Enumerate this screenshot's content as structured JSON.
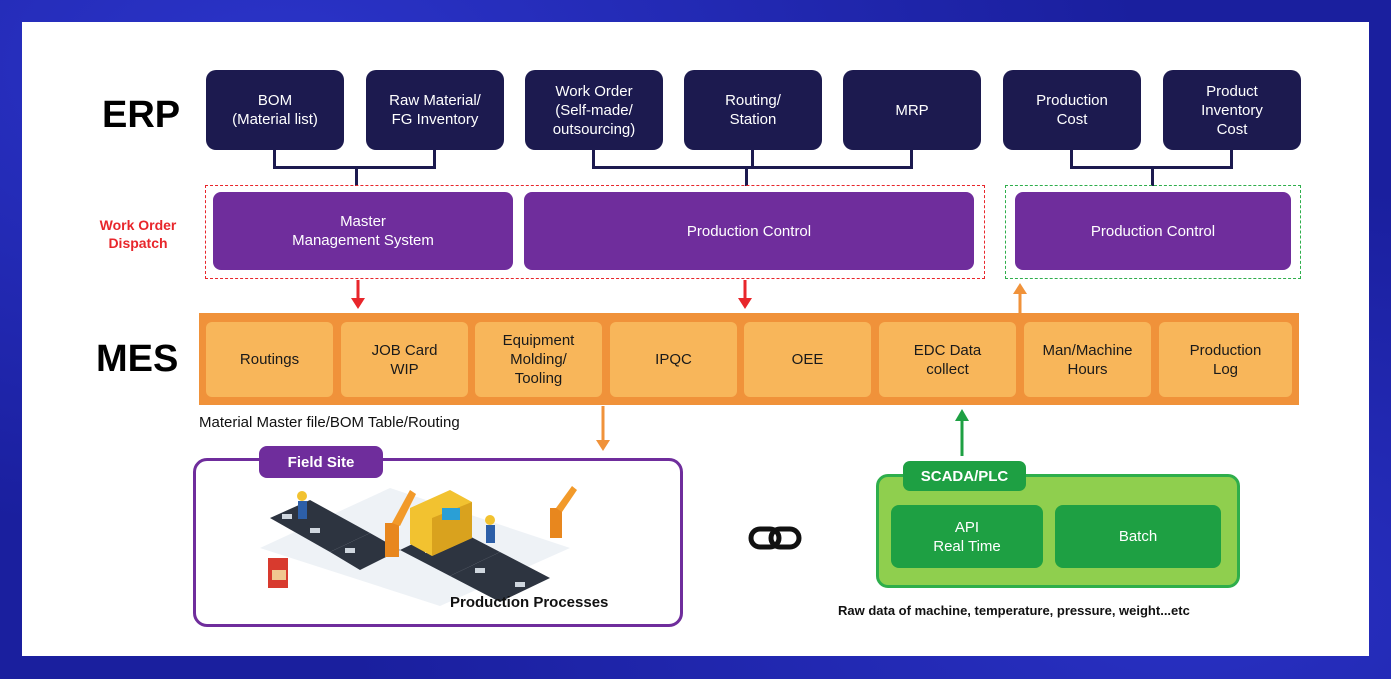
{
  "labels": {
    "erp": "ERP",
    "mes": "MES",
    "dispatch": "Work Order\nDispatch"
  },
  "erp_boxes": [
    "BOM\n(Material list)",
    "Raw Material/\nFG Inventory",
    "Work Order\n(Self-made/\noutsourcing)",
    "Routing/\nStation",
    "MRP",
    "Production\nCost",
    "Product\nInventory\nCost"
  ],
  "middle": {
    "master": "Master\nManagement System",
    "production_control_1": "Production Control",
    "production_control_2": "Production Control"
  },
  "mes_modules": [
    "Routings",
    "JOB Card\nWIP",
    "Equipment\nMolding/\nTooling",
    "IPQC",
    "OEE",
    "EDC Data\ncollect",
    "Man/Machine\nHours",
    "Production\nLog"
  ],
  "mes_caption": "Material Master file/BOM Table/Routing",
  "field": {
    "tab": "Field Site",
    "caption": "Production Processes"
  },
  "scada": {
    "tab": "SCADA/PLC",
    "api": "API\nReal Time",
    "batch": "Batch",
    "caption": "Raw data of machine, temperature, pressure, weight...etc"
  },
  "colors": {
    "navy": "#1c1a4f",
    "purple": "#6f2d9c",
    "orange_bar": "#f0923a",
    "orange_box": "#f8b65a",
    "red": "#e8262b",
    "green": "#1ea043",
    "light_green": "#8fcf4e"
  },
  "icons": [
    "link-icon",
    "factory-illustration"
  ]
}
